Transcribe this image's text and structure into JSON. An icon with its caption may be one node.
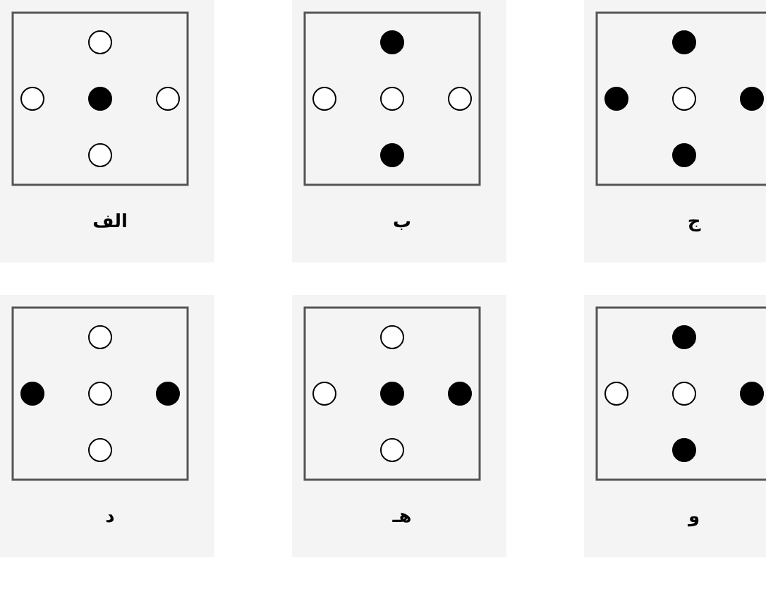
{
  "diagram": {
    "nodes": [
      {
        "text": [
          "الف"
        ]
      },
      {
        "text": [
          "ب"
        ]
      },
      {
        "text": [
          "ج"
        ]
      },
      {
        "text": [
          "د"
        ]
      },
      {
        "text": [
          "هـ"
        ]
      },
      {
        "text": [
          "و"
        ]
      }
    ]
  }
}
